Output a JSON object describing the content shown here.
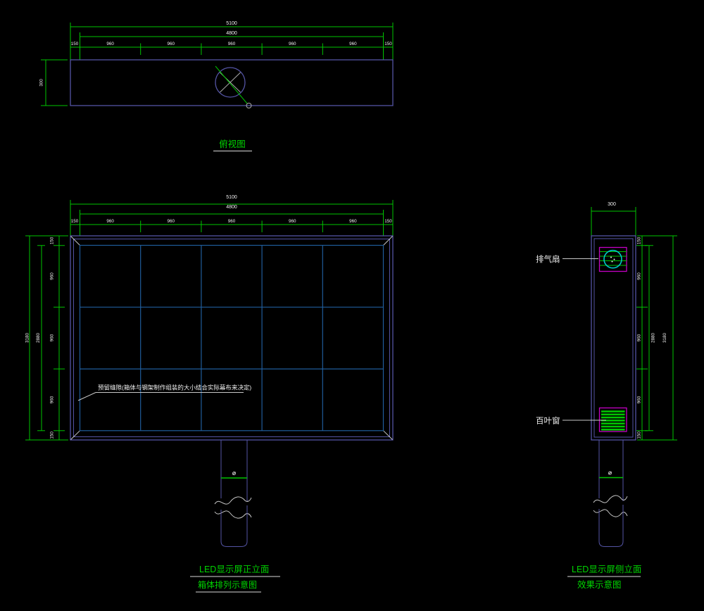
{
  "drawing": {
    "colors": {
      "background": "#000000",
      "dimension_green": "#00c400",
      "frame_purple": "#5454a4",
      "grid_blue": "#1f5c9a",
      "detail_magenta": "#c400c4",
      "fan_cyan": "#00c8c8",
      "label_green": "#00d400",
      "text_white": "#f0f0f0"
    },
    "top_view": {
      "title": "俯视图",
      "dim_overall": "5100",
      "dim_inner": "4800",
      "segments": [
        "150",
        "960",
        "960",
        "960",
        "960",
        "960",
        "150"
      ],
      "dim_depth": "300"
    },
    "front_view": {
      "dim_overall": "5100",
      "dim_inner": "4800",
      "segments": [
        "150",
        "960",
        "960",
        "960",
        "960",
        "960",
        "150"
      ],
      "dim_height_overall": "3180",
      "dim_height_inner": "2880",
      "height_segments": [
        "150",
        "960",
        "960",
        "960",
        "150"
      ],
      "note": "预留缝隙(箱体与钢架制作组装的大小结合实际幕布来决定)",
      "title_line1": "LED显示屏正立面",
      "title_line2": "箱体排列示意图"
    },
    "side_view": {
      "dim_width": "300",
      "dim_height_overall": "3180",
      "dim_height_inner": "2880",
      "height_segments": [
        "150",
        "960",
        "960",
        "960",
        "150"
      ],
      "fan_label": "排气扇",
      "louver_label": "百叶窗",
      "title_line1": "LED显示屏侧立面",
      "title_line2": "效果示意图"
    }
  }
}
